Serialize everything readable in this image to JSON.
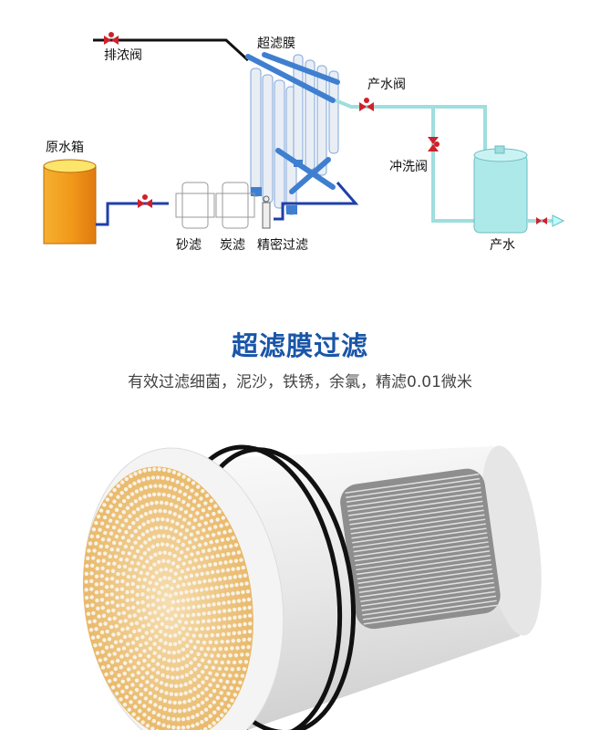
{
  "diagram": {
    "labels": {
      "concentrate_valve": "排浓阀",
      "uf_membrane": "超滤膜",
      "product_valve": "产水阀",
      "raw_water_tank": "原水箱",
      "flush_valve": "冲洗阀",
      "sand_filter": "砂滤",
      "carbon_filter": "炭滤",
      "precision_filter": "精密过滤",
      "product_water": "产水"
    },
    "colors": {
      "pipe_blue": "#1f3fa8",
      "pipe_cyan": "#9fdede",
      "tank_orange": "#f29a1a",
      "tank_cyan": "#aee9ea",
      "valve_red": "#d0202a"
    }
  },
  "section": {
    "title": "超滤膜过滤",
    "subtitle": "有效过滤细菌，泥沙，铁锈，余氯，精滤0.01微米",
    "title_color": "#1a56a8"
  }
}
